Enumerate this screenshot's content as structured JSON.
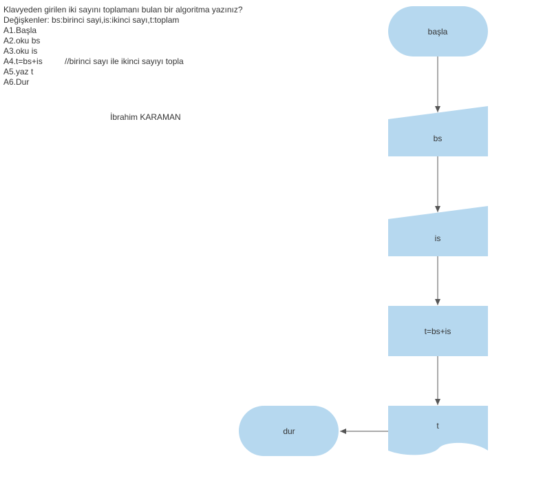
{
  "text": {
    "title": "Klavyeden girilen iki sayını toplamanı bulan bir algoritma yazınız?",
    "variables": "Değişkenler: bs:birinci sayi,is:ikinci sayı,t:toplam",
    "steps": [
      {
        "text": "A1.Başla",
        "comment": ""
      },
      {
        "text": "A2.oku bs",
        "comment": ""
      },
      {
        "text": "A3.oku is",
        "comment": ""
      },
      {
        "text": "A4.t=bs+is",
        "comment": "//birinci sayı ile ikinci sayıyı topla"
      },
      {
        "text": "A5.yaz t",
        "comment": ""
      },
      {
        "text": "A6.Dur",
        "comment": ""
      }
    ],
    "author": "İbrahim KARAMAN"
  },
  "flowchart": {
    "colors": {
      "shape_fill": "#b6d8ef",
      "arrow": "#555555",
      "text": "#333333"
    },
    "nodes": [
      {
        "id": "start",
        "shape": "terminator",
        "label": "başla"
      },
      {
        "id": "input-bs",
        "shape": "manual-input",
        "label": "bs"
      },
      {
        "id": "input-is",
        "shape": "manual-input",
        "label": "is"
      },
      {
        "id": "process-sum",
        "shape": "process",
        "label": "t=bs+is"
      },
      {
        "id": "output-t",
        "shape": "document",
        "label": "t"
      },
      {
        "id": "end",
        "shape": "terminator",
        "label": "dur"
      }
    ],
    "edges": [
      {
        "from": "start",
        "to": "input-bs"
      },
      {
        "from": "input-bs",
        "to": "input-is"
      },
      {
        "from": "input-is",
        "to": "process-sum"
      },
      {
        "from": "process-sum",
        "to": "output-t"
      },
      {
        "from": "output-t",
        "to": "end"
      }
    ]
  }
}
